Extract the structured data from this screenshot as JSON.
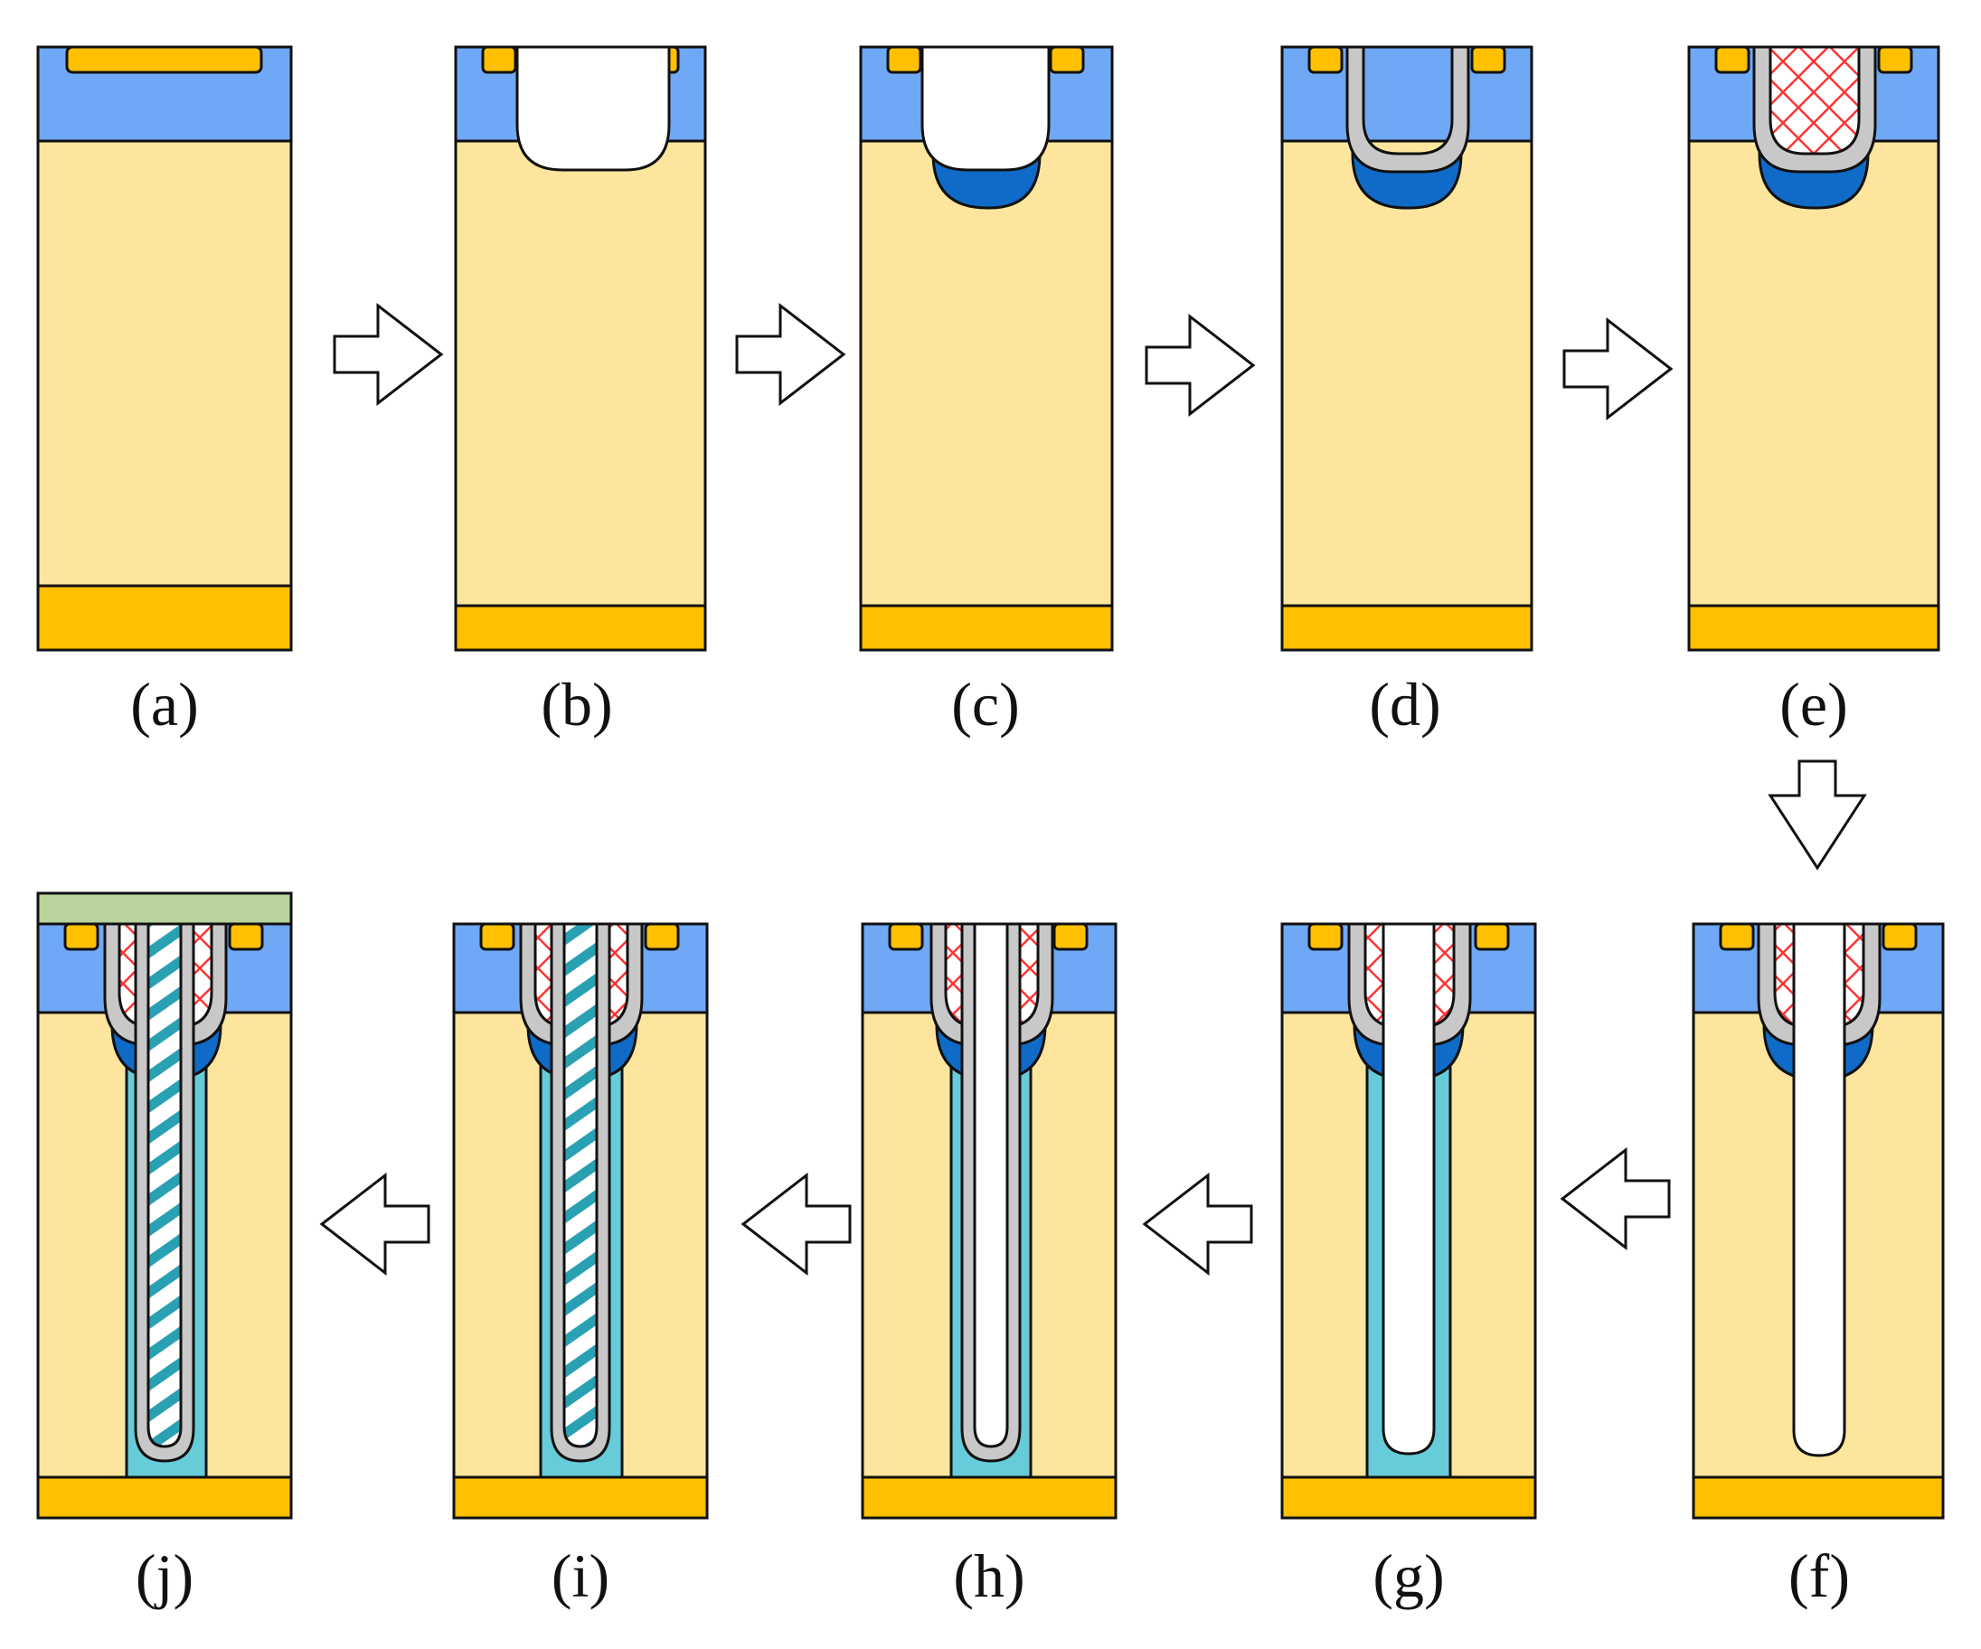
{
  "panels": [
    {
      "id": "a",
      "label": "(a)"
    },
    {
      "id": "b",
      "label": "(b)"
    },
    {
      "id": "c",
      "label": "(c)"
    },
    {
      "id": "d",
      "label": "(d)"
    },
    {
      "id": "e",
      "label": "(e)"
    },
    {
      "id": "f",
      "label": "(f)"
    },
    {
      "id": "g",
      "label": "(g)"
    },
    {
      "id": "h",
      "label": "(h)"
    },
    {
      "id": "i",
      "label": "(i)"
    },
    {
      "id": "j",
      "label": "(j)"
    }
  ],
  "colors": {
    "substrate": "#fde59e",
    "metal": "#ffc000",
    "oxide_top": "#6fa8f5",
    "implant": "#0f6bc7",
    "liner": "#c8c8c8",
    "cross_hatch": "#ff3333",
    "trench_fill": "#66ccd9",
    "stripe": "#2aa0b3",
    "top_layer": "#b8d39c",
    "outline": "#111111"
  }
}
